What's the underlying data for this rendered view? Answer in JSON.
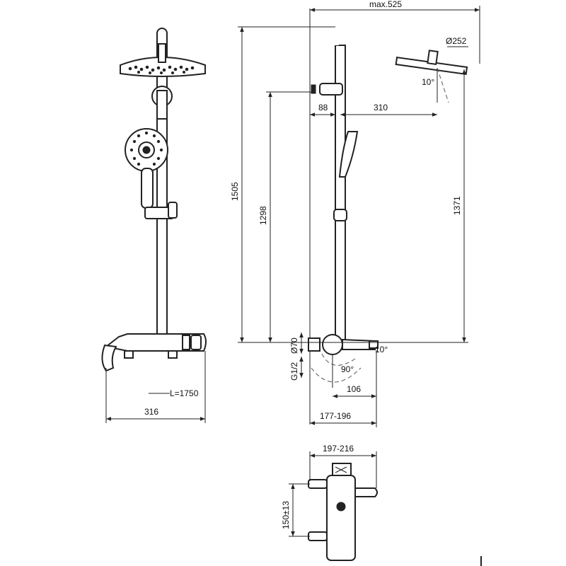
{
  "dimensions": {
    "max_width": "max.525",
    "head_diameter": "Ø252",
    "head_tilt": "10°",
    "wall_offset": "88",
    "arm_length": "310",
    "total_height": "1505",
    "holder_height": "1298",
    "head_height": "1371",
    "inlet_diameter": "Ø70",
    "thread": "G1/2",
    "spout_angle": "10°",
    "lever_angle": "90°",
    "spout_length": "106",
    "mixer_depth": "177-196",
    "hose_length": "L=1750",
    "front_width": "316",
    "mixer_width": "197-216",
    "inlet_spacing": "150±13"
  }
}
